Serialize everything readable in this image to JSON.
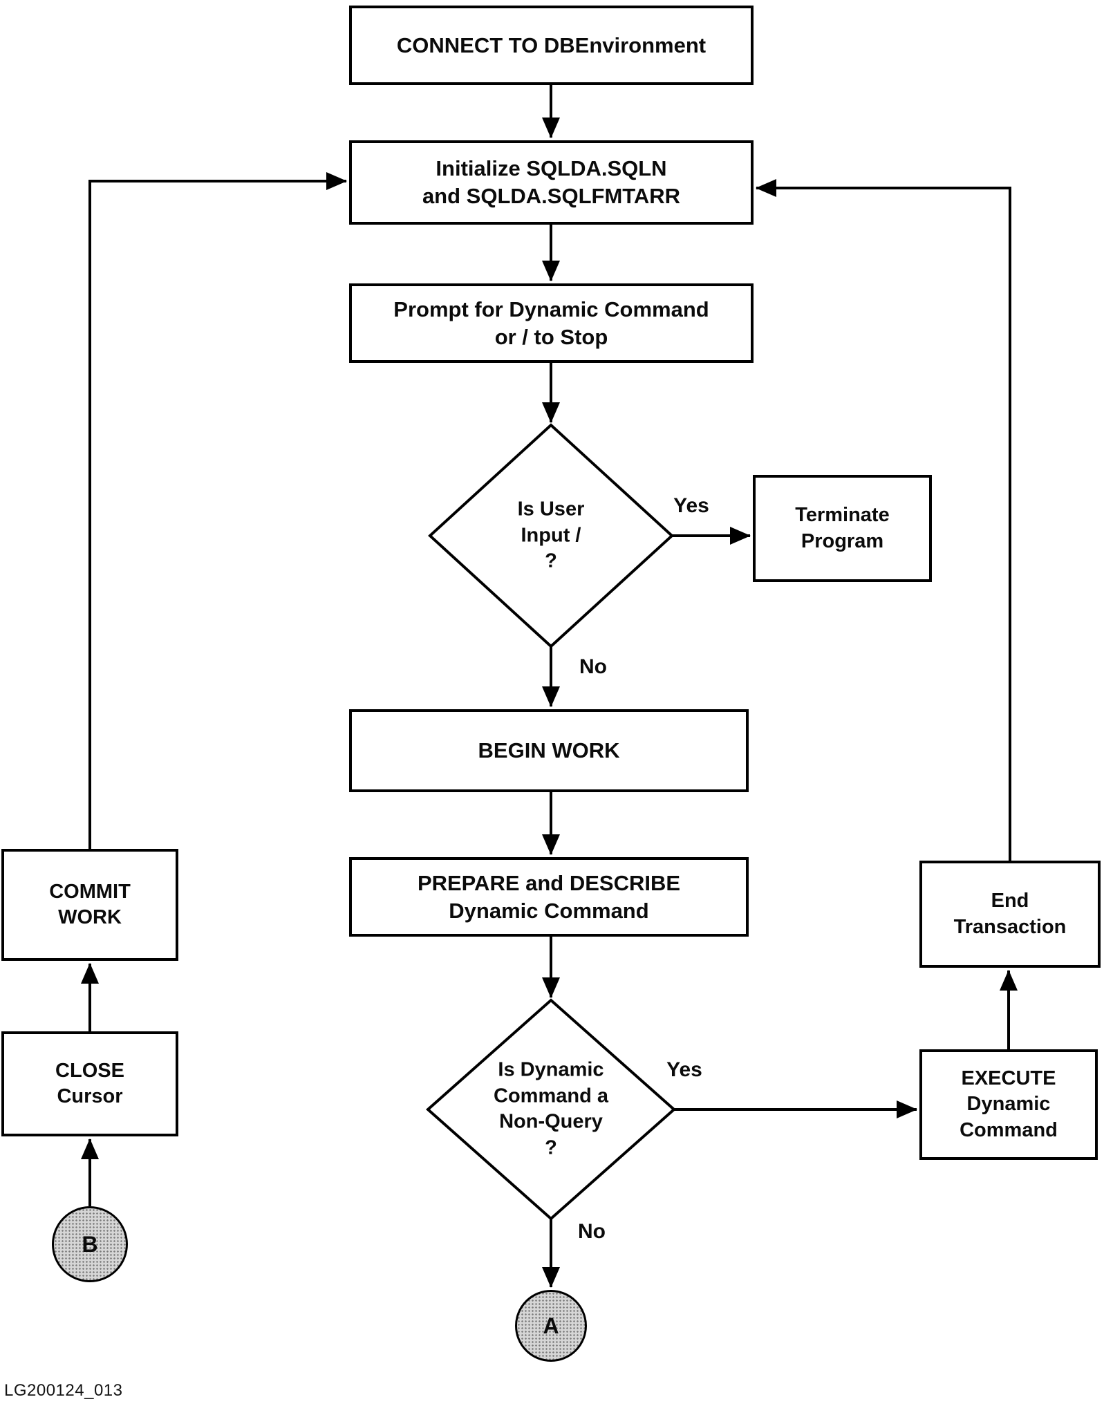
{
  "figure": {
    "caption": "LG200124_013"
  },
  "nodes": {
    "connect": "CONNECT TO DBEnvironment",
    "initialize": "Initialize SQLDA.SQLN\nand SQLDA.SQLFMTARR",
    "prompt": "Prompt for Dynamic Command\nor / to Stop",
    "is_user_input": "Is User\nInput /\n?",
    "terminate": "Terminate\nProgram",
    "begin_work": "BEGIN WORK",
    "prepare": "PREPARE and DESCRIBE\nDynamic Command",
    "is_non_query": "Is Dynamic\nCommand a\nNon-Query\n?",
    "execute": "EXECUTE\nDynamic\nCommand",
    "end_transaction": "End\nTransaction",
    "commit_work": "COMMIT\nWORK",
    "close_cursor": "CLOSE\nCursor",
    "connector_a": "A",
    "connector_b": "B"
  },
  "edge_labels": {
    "user_input_yes": "Yes",
    "user_input_no": "No",
    "non_query_yes": "Yes",
    "non_query_no": "No"
  },
  "colors": {
    "line": "#000000",
    "background": "#ffffff",
    "connector_fill": "#d6d6d6"
  }
}
